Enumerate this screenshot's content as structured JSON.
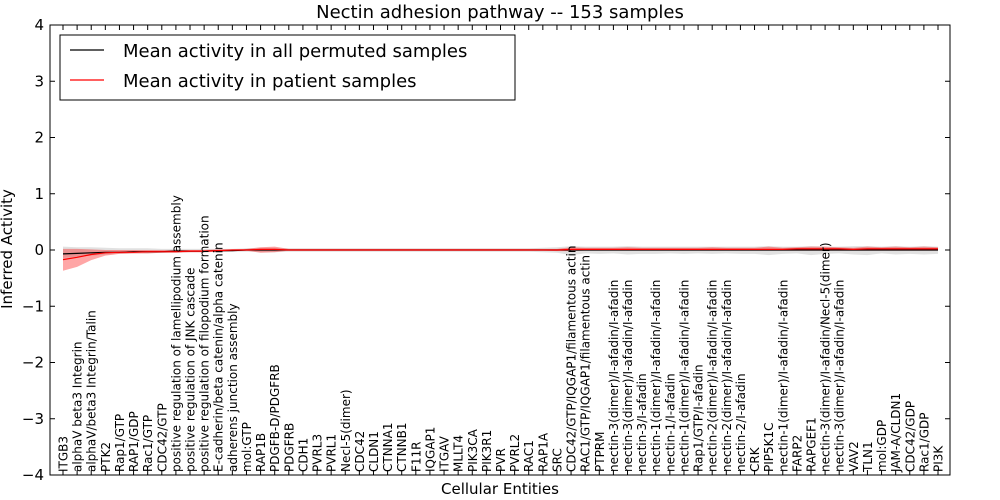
{
  "chart_data": {
    "type": "line",
    "title": "Nectin adhesion pathway -- 153 samples",
    "xlabel": "Cellular Entities",
    "ylabel": "Inferred Activity",
    "ylim": [
      -4,
      4
    ],
    "yticks": [
      "−4",
      "−3",
      "−2",
      "−1",
      "0",
      "1",
      "2",
      "3",
      "4"
    ],
    "legend_position": "top-left",
    "categories": [
      "ITGB3",
      "alphaV beta3 Integrin",
      "alphaV/beta3 Integrin/Talin",
      "PTK2",
      "Rap1/GTP",
      "RAP1/GDP",
      "Rac1/GTP",
      "CDC42/GTP",
      "positive regulation of lamellipodium assembly",
      "positive regulation of JNK cascade",
      "positive regulation of filopodium formation",
      "E-cadherin/beta catenin/alpha catenin",
      "adherens junction assembly",
      "mol:GTP",
      "RAP1B",
      "PDGFB-D/PDGFRB",
      "PDGFRB",
      "CDH1",
      "PVRL3",
      "PVRL1",
      "Necl-5(dimer)",
      "CDC42",
      "CLDN1",
      "CTNNA1",
      "CTNNB1",
      "F11R",
      "IQGAP1",
      "ITGAV",
      "MLLT4",
      "PIK3CA",
      "PIK3R1",
      "PVR",
      "PVRL2",
      "RAC1",
      "RAP1A",
      "SRC",
      "CDC42/GTP/IQGAP1/filamentous actin",
      "RAC1/GTP/IQGAP1/filamentous actin",
      "PTPRM",
      "nectin-3(dimer)/I-afadin/I-afadin",
      "nectin-3(dimer)/I-afadin/I-afadin",
      "nectin-3/I-afadin",
      "nectin-1(dimer)/I-afadin/I-afadin",
      "nectin-1/I-afadin",
      "nectin-1(dimer)/I-afadin/I-afadin",
      "Rap1/GTP/I-afadin",
      "nectin-2(dimer)/I-afadin/I-afadin",
      "nectin-2(dimer)/I-afadin/I-afadin",
      "nectin-2/I-afadin",
      "CRK",
      "PIP5K1C",
      "nectin-1(dimer)/I-afadin/I-afadin",
      "FARP2",
      "RAPGEF1",
      "nectin-3(dimer)/I-afadin/Necl-5(dimer)",
      "nectin-3(dimer)/I-afadin/I-afadin",
      "VAV2",
      "TLN1",
      "mol:GDP",
      "JAM-A/CLDN1",
      "CDC42/GDP",
      "Rac1/GDP",
      "PI3K"
    ],
    "series": [
      {
        "name": "Mean activity in all permuted samples",
        "color": "#000000",
        "values": [
          -0.07,
          -0.06,
          -0.05,
          -0.04,
          -0.04,
          -0.03,
          -0.03,
          -0.03,
          -0.02,
          -0.02,
          -0.02,
          -0.01,
          -0.01,
          0.0,
          0.0,
          0.0,
          0.0,
          0.0,
          0.0,
          0.0,
          0.0,
          0.0,
          0.0,
          0.0,
          0.0,
          0.0,
          0.0,
          0.0,
          0.0,
          0.0,
          0.0,
          0.0,
          0.0,
          0.0,
          0.0,
          0.0,
          0.0,
          0.0,
          0.0,
          0.0,
          0.0,
          0.0,
          0.0,
          0.0,
          0.0,
          0.0,
          0.0,
          0.0,
          0.0,
          0.0,
          0.0,
          0.0,
          0.0,
          0.0,
          0.0,
          0.0,
          0.0,
          0.0,
          0.0,
          0.0,
          0.0,
          0.0,
          0.0
        ],
        "band_low": [
          -0.14,
          -0.12,
          -0.1,
          -0.08,
          -0.07,
          -0.06,
          -0.06,
          -0.05,
          -0.05,
          -0.04,
          -0.04,
          -0.03,
          -0.03,
          -0.03,
          -0.04,
          -0.04,
          -0.03,
          -0.03,
          -0.03,
          -0.03,
          -0.03,
          -0.03,
          -0.03,
          -0.03,
          -0.03,
          -0.03,
          -0.03,
          -0.03,
          -0.03,
          -0.03,
          -0.03,
          -0.03,
          -0.03,
          -0.03,
          -0.04,
          -0.05,
          -0.09,
          -0.06,
          -0.07,
          -0.06,
          -0.08,
          -0.07,
          -0.07,
          -0.06,
          -0.07,
          -0.06,
          -0.07,
          -0.06,
          -0.07,
          -0.07,
          -0.09,
          -0.07,
          -0.06,
          -0.09,
          -0.07,
          -0.06,
          -0.08,
          -0.09,
          -0.06,
          -0.08,
          -0.07,
          -0.08,
          -0.07
        ],
        "band_high": [
          0.06,
          0.05,
          0.05,
          0.04,
          0.03,
          0.03,
          0.03,
          0.02,
          0.02,
          0.02,
          0.02,
          0.02,
          0.02,
          0.03,
          0.04,
          0.04,
          0.03,
          0.03,
          0.03,
          0.03,
          0.03,
          0.03,
          0.03,
          0.03,
          0.03,
          0.03,
          0.03,
          0.03,
          0.03,
          0.03,
          0.03,
          0.03,
          0.03,
          0.03,
          0.04,
          0.05,
          0.07,
          0.06,
          0.06,
          0.06,
          0.07,
          0.06,
          0.06,
          0.06,
          0.06,
          0.06,
          0.06,
          0.06,
          0.06,
          0.06,
          0.07,
          0.06,
          0.06,
          0.07,
          0.06,
          0.06,
          0.07,
          0.07,
          0.06,
          0.07,
          0.06,
          0.07,
          0.06
        ]
      },
      {
        "name": "Mean activity in patient samples",
        "color": "#ff0000",
        "values": [
          -0.17,
          -0.13,
          -0.08,
          -0.05,
          -0.04,
          -0.04,
          -0.03,
          -0.03,
          -0.03,
          -0.02,
          -0.02,
          -0.01,
          0.0,
          0.0,
          0.01,
          0.01,
          0.0,
          0.0,
          0.0,
          0.0,
          0.0,
          0.0,
          0.0,
          0.0,
          0.0,
          0.0,
          0.0,
          0.0,
          0.0,
          0.0,
          0.0,
          0.0,
          0.0,
          0.0,
          0.0,
          0.0,
          0.01,
          0.01,
          0.01,
          0.01,
          0.01,
          0.01,
          0.01,
          0.01,
          0.01,
          0.01,
          0.01,
          0.01,
          0.01,
          0.01,
          0.01,
          0.01,
          0.02,
          0.02,
          0.02,
          0.02,
          0.01,
          0.02,
          0.02,
          0.02,
          0.02,
          0.02,
          0.02
        ],
        "band_low": [
          -0.37,
          -0.3,
          -0.18,
          -0.1,
          -0.07,
          -0.06,
          -0.06,
          -0.05,
          -0.05,
          -0.04,
          -0.04,
          -0.03,
          -0.02,
          -0.01,
          -0.05,
          -0.04,
          -0.01,
          -0.01,
          -0.01,
          -0.01,
          -0.01,
          -0.01,
          -0.01,
          -0.01,
          -0.01,
          -0.01,
          -0.01,
          -0.01,
          -0.01,
          -0.01,
          -0.01,
          -0.01,
          -0.01,
          -0.01,
          -0.01,
          -0.02,
          -0.02,
          -0.01,
          -0.01,
          -0.01,
          -0.01,
          -0.01,
          -0.01,
          -0.01,
          -0.01,
          -0.01,
          -0.01,
          -0.01,
          -0.01,
          -0.01,
          -0.01,
          -0.01,
          -0.01,
          -0.01,
          -0.01,
          -0.01,
          -0.01,
          -0.01,
          -0.01,
          -0.01,
          -0.01,
          -0.01,
          -0.01
        ],
        "band_high": [
          0.02,
          0.02,
          0.01,
          0.0,
          0.0,
          0.0,
          0.0,
          0.0,
          0.0,
          0.0,
          0.0,
          0.01,
          0.01,
          0.02,
          0.05,
          0.06,
          0.02,
          0.02,
          0.02,
          0.02,
          0.02,
          0.02,
          0.02,
          0.02,
          0.02,
          0.02,
          0.02,
          0.02,
          0.02,
          0.02,
          0.02,
          0.02,
          0.02,
          0.02,
          0.02,
          0.02,
          0.05,
          0.04,
          0.04,
          0.04,
          0.05,
          0.04,
          0.04,
          0.04,
          0.04,
          0.04,
          0.05,
          0.04,
          0.04,
          0.04,
          0.06,
          0.04,
          0.05,
          0.06,
          0.06,
          0.05,
          0.04,
          0.06,
          0.05,
          0.06,
          0.05,
          0.06,
          0.05
        ]
      }
    ]
  }
}
